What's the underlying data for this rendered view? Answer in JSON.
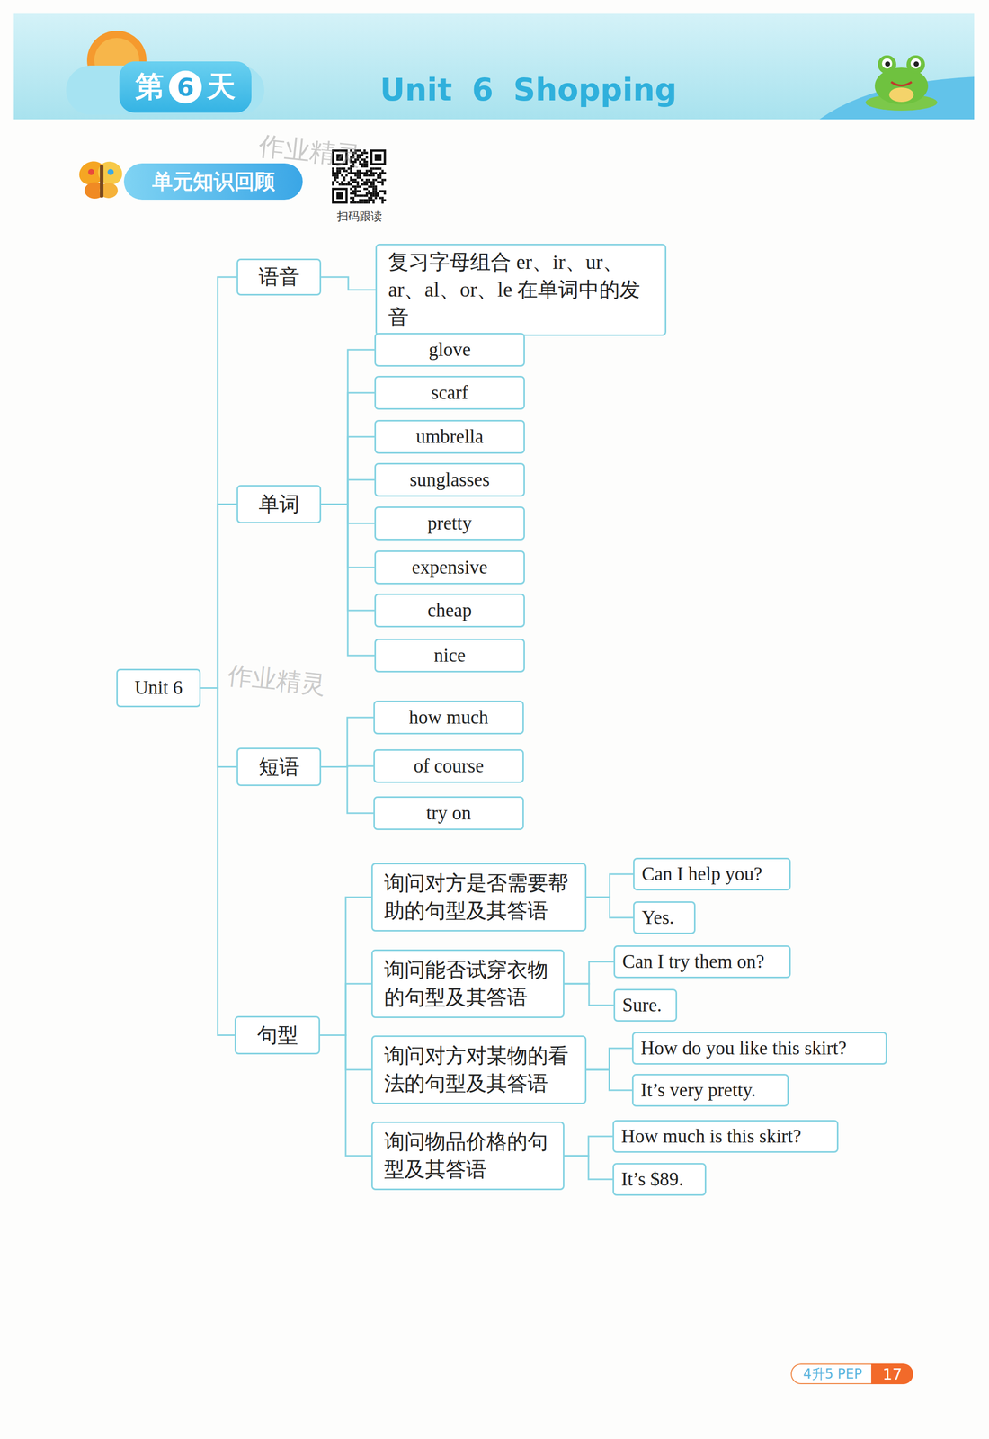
{
  "diagram": {
    "title": "Unit 6 Shopping",
    "nodes": [
      {
        "text": [
          "Unit 6"
        ]
      },
      {
        "text": [
          "语音"
        ]
      },
      {
        "text": [
          "复习字母组合 er、ir、ur、ar、al、or、le 在单词中的发音"
        ]
      },
      {
        "text": [
          "单词"
        ]
      },
      {
        "text": [
          "glove"
        ]
      },
      {
        "text": [
          "scarf"
        ]
      },
      {
        "text": [
          "umbrella"
        ]
      },
      {
        "text": [
          "sunglasses"
        ]
      },
      {
        "text": [
          "pretty"
        ]
      },
      {
        "text": [
          "expensive"
        ]
      },
      {
        "text": [
          "cheap"
        ]
      },
      {
        "text": [
          "nice"
        ]
      },
      {
        "text": [
          "短语"
        ]
      },
      {
        "text": [
          "how much"
        ]
      },
      {
        "text": [
          "of course"
        ]
      },
      {
        "text": [
          "try on"
        ]
      },
      {
        "text": [
          "句型"
        ]
      },
      {
        "text": [
          "询问对方是否需要帮助的句型及其答语"
        ]
      },
      {
        "text": [
          "Can I help you?"
        ]
      },
      {
        "text": [
          "Yes."
        ]
      },
      {
        "text": [
          "询问能否试穿衣物的句型及其答语"
        ]
      },
      {
        "text": [
          "Can I try them on?"
        ]
      },
      {
        "text": [
          "Sure."
        ]
      },
      {
        "text": [
          "询问对方对某物的看法的句型及其答语"
        ]
      },
      {
        "text": [
          "How do you like this skirt?"
        ]
      },
      {
        "text": [
          "It’s very pretty."
        ]
      },
      {
        "text": [
          "询问物品价格的句型及其答语"
        ]
      },
      {
        "text": [
          "How much is this skirt?"
        ]
      },
      {
        "text": [
          "It’s $89."
        ]
      }
    ],
    "edges": [
      {
        "from": 0,
        "to": 1,
        "arrow": "none"
      },
      {
        "from": 0,
        "to": 3,
        "arrow": "none"
      },
      {
        "from": 0,
        "to": 12,
        "arrow": "none"
      },
      {
        "from": 0,
        "to": 16,
        "arrow": "none"
      },
      {
        "from": 1,
        "to": 2,
        "arrow": "none"
      },
      {
        "from": 3,
        "to": 4,
        "arrow": "none"
      },
      {
        "from": 3,
        "to": 5,
        "arrow": "none"
      },
      {
        "from": 3,
        "to": 6,
        "arrow": "none"
      },
      {
        "from": 3,
        "to": 7,
        "arrow": "none"
      },
      {
        "from": 3,
        "to": 8,
        "arrow": "none"
      },
      {
        "from": 3,
        "to": 9,
        "arrow": "none"
      },
      {
        "from": 3,
        "to": 10,
        "arrow": "none"
      },
      {
        "from": 3,
        "to": 11,
        "arrow": "none"
      },
      {
        "from": 12,
        "to": 13,
        "arrow": "none"
      },
      {
        "from": 12,
        "to": 14,
        "arrow": "none"
      },
      {
        "from": 12,
        "to": 15,
        "arrow": "none"
      },
      {
        "from": 16,
        "to": 17,
        "arrow": "none"
      },
      {
        "from": 16,
        "to": 20,
        "arrow": "none"
      },
      {
        "from": 16,
        "to": 23,
        "arrow": "none"
      },
      {
        "from": 16,
        "to": 26,
        "arrow": "none"
      },
      {
        "from": 17,
        "to": 18,
        "arrow": "none"
      },
      {
        "from": 17,
        "to": 19,
        "arrow": "none"
      },
      {
        "from": 20,
        "to": 21,
        "arrow": "none"
      },
      {
        "from": 20,
        "to": 22,
        "arrow": "none"
      },
      {
        "from": 23,
        "to": 24,
        "arrow": "none"
      },
      {
        "from": 23,
        "to": 25,
        "arrow": "none"
      },
      {
        "from": 26,
        "to": 27,
        "arrow": "none"
      },
      {
        "from": 26,
        "to": 28,
        "arrow": "none"
      }
    ],
    "labels": [
      "第",
      "6",
      "天",
      "单元知识回顾",
      "扫码跟读",
      "作业精灵",
      "作业精灵",
      "4升5 PEP",
      "17"
    ]
  }
}
